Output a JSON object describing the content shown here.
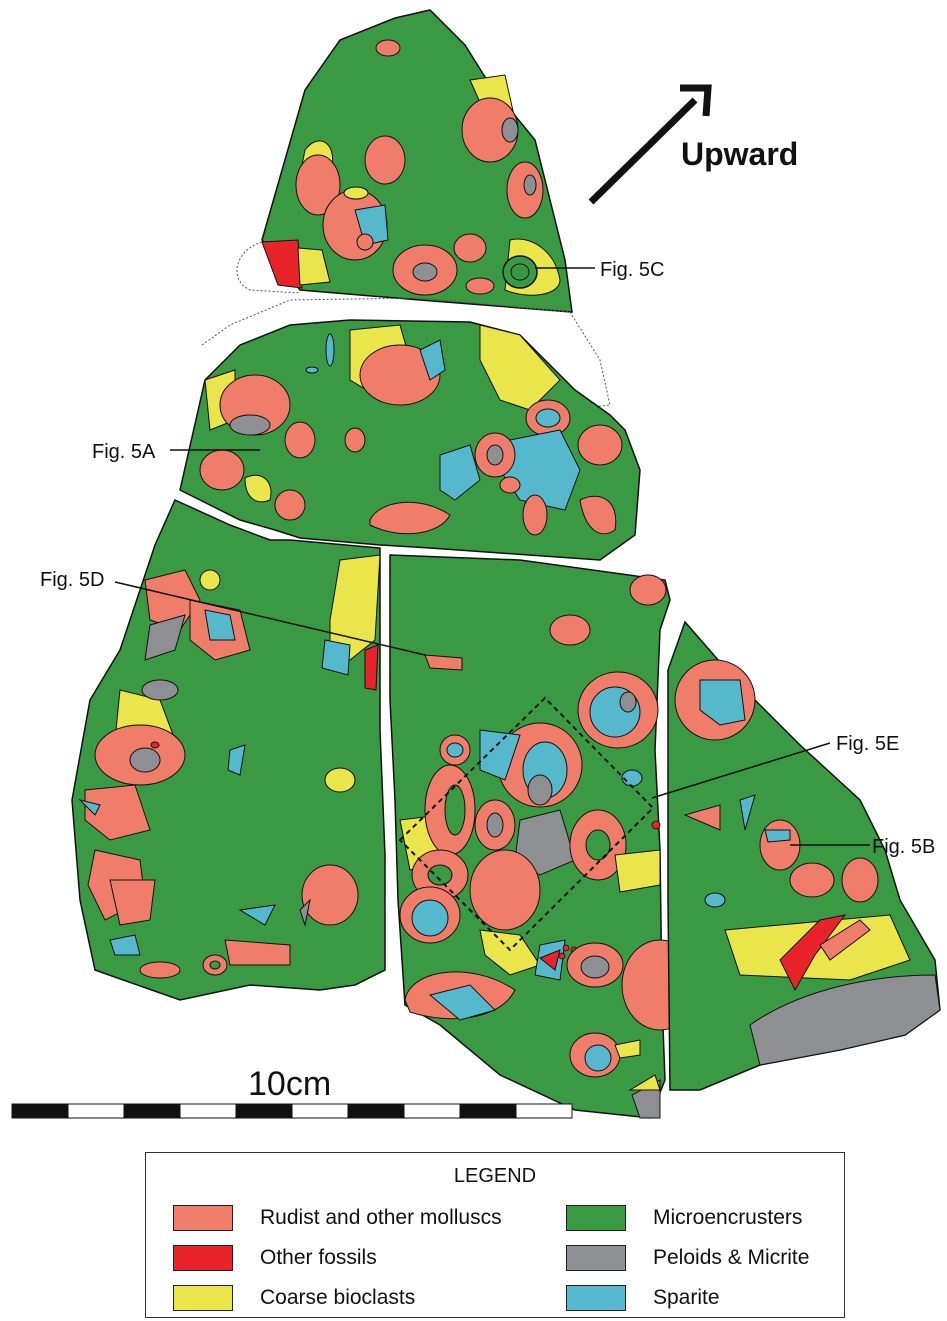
{
  "colors": {
    "rudist": "#f07c6a",
    "other_fossils": "#e8242a",
    "coarse": "#e9e54a",
    "micro": "#3a9a44",
    "peloids": "#8e8f93",
    "sparite": "#56b8cc"
  },
  "labels": {
    "upward": "Upward",
    "fig5c": "Fig. 5C",
    "fig5a": "Fig. 5A",
    "fig5d": "Fig. 5D",
    "fig5e": "Fig. 5E",
    "fig5b": "Fig. 5B"
  },
  "scale": {
    "label": "10cm",
    "segments": 10
  },
  "legend": {
    "title": "LEGEND",
    "items": [
      {
        "label": "Rudist and other molluscs",
        "color": "#f07c6a"
      },
      {
        "label": "Other fossils",
        "color": "#e8242a"
      },
      {
        "label": "Coarse bioclasts",
        "color": "#e9e54a"
      },
      {
        "label": "Microencrusters",
        "color": "#3a9a44"
      },
      {
        "label": "Peloids & Micrite",
        "color": "#8e8f93"
      },
      {
        "label": "Sparite",
        "color": "#56b8cc"
      }
    ]
  }
}
